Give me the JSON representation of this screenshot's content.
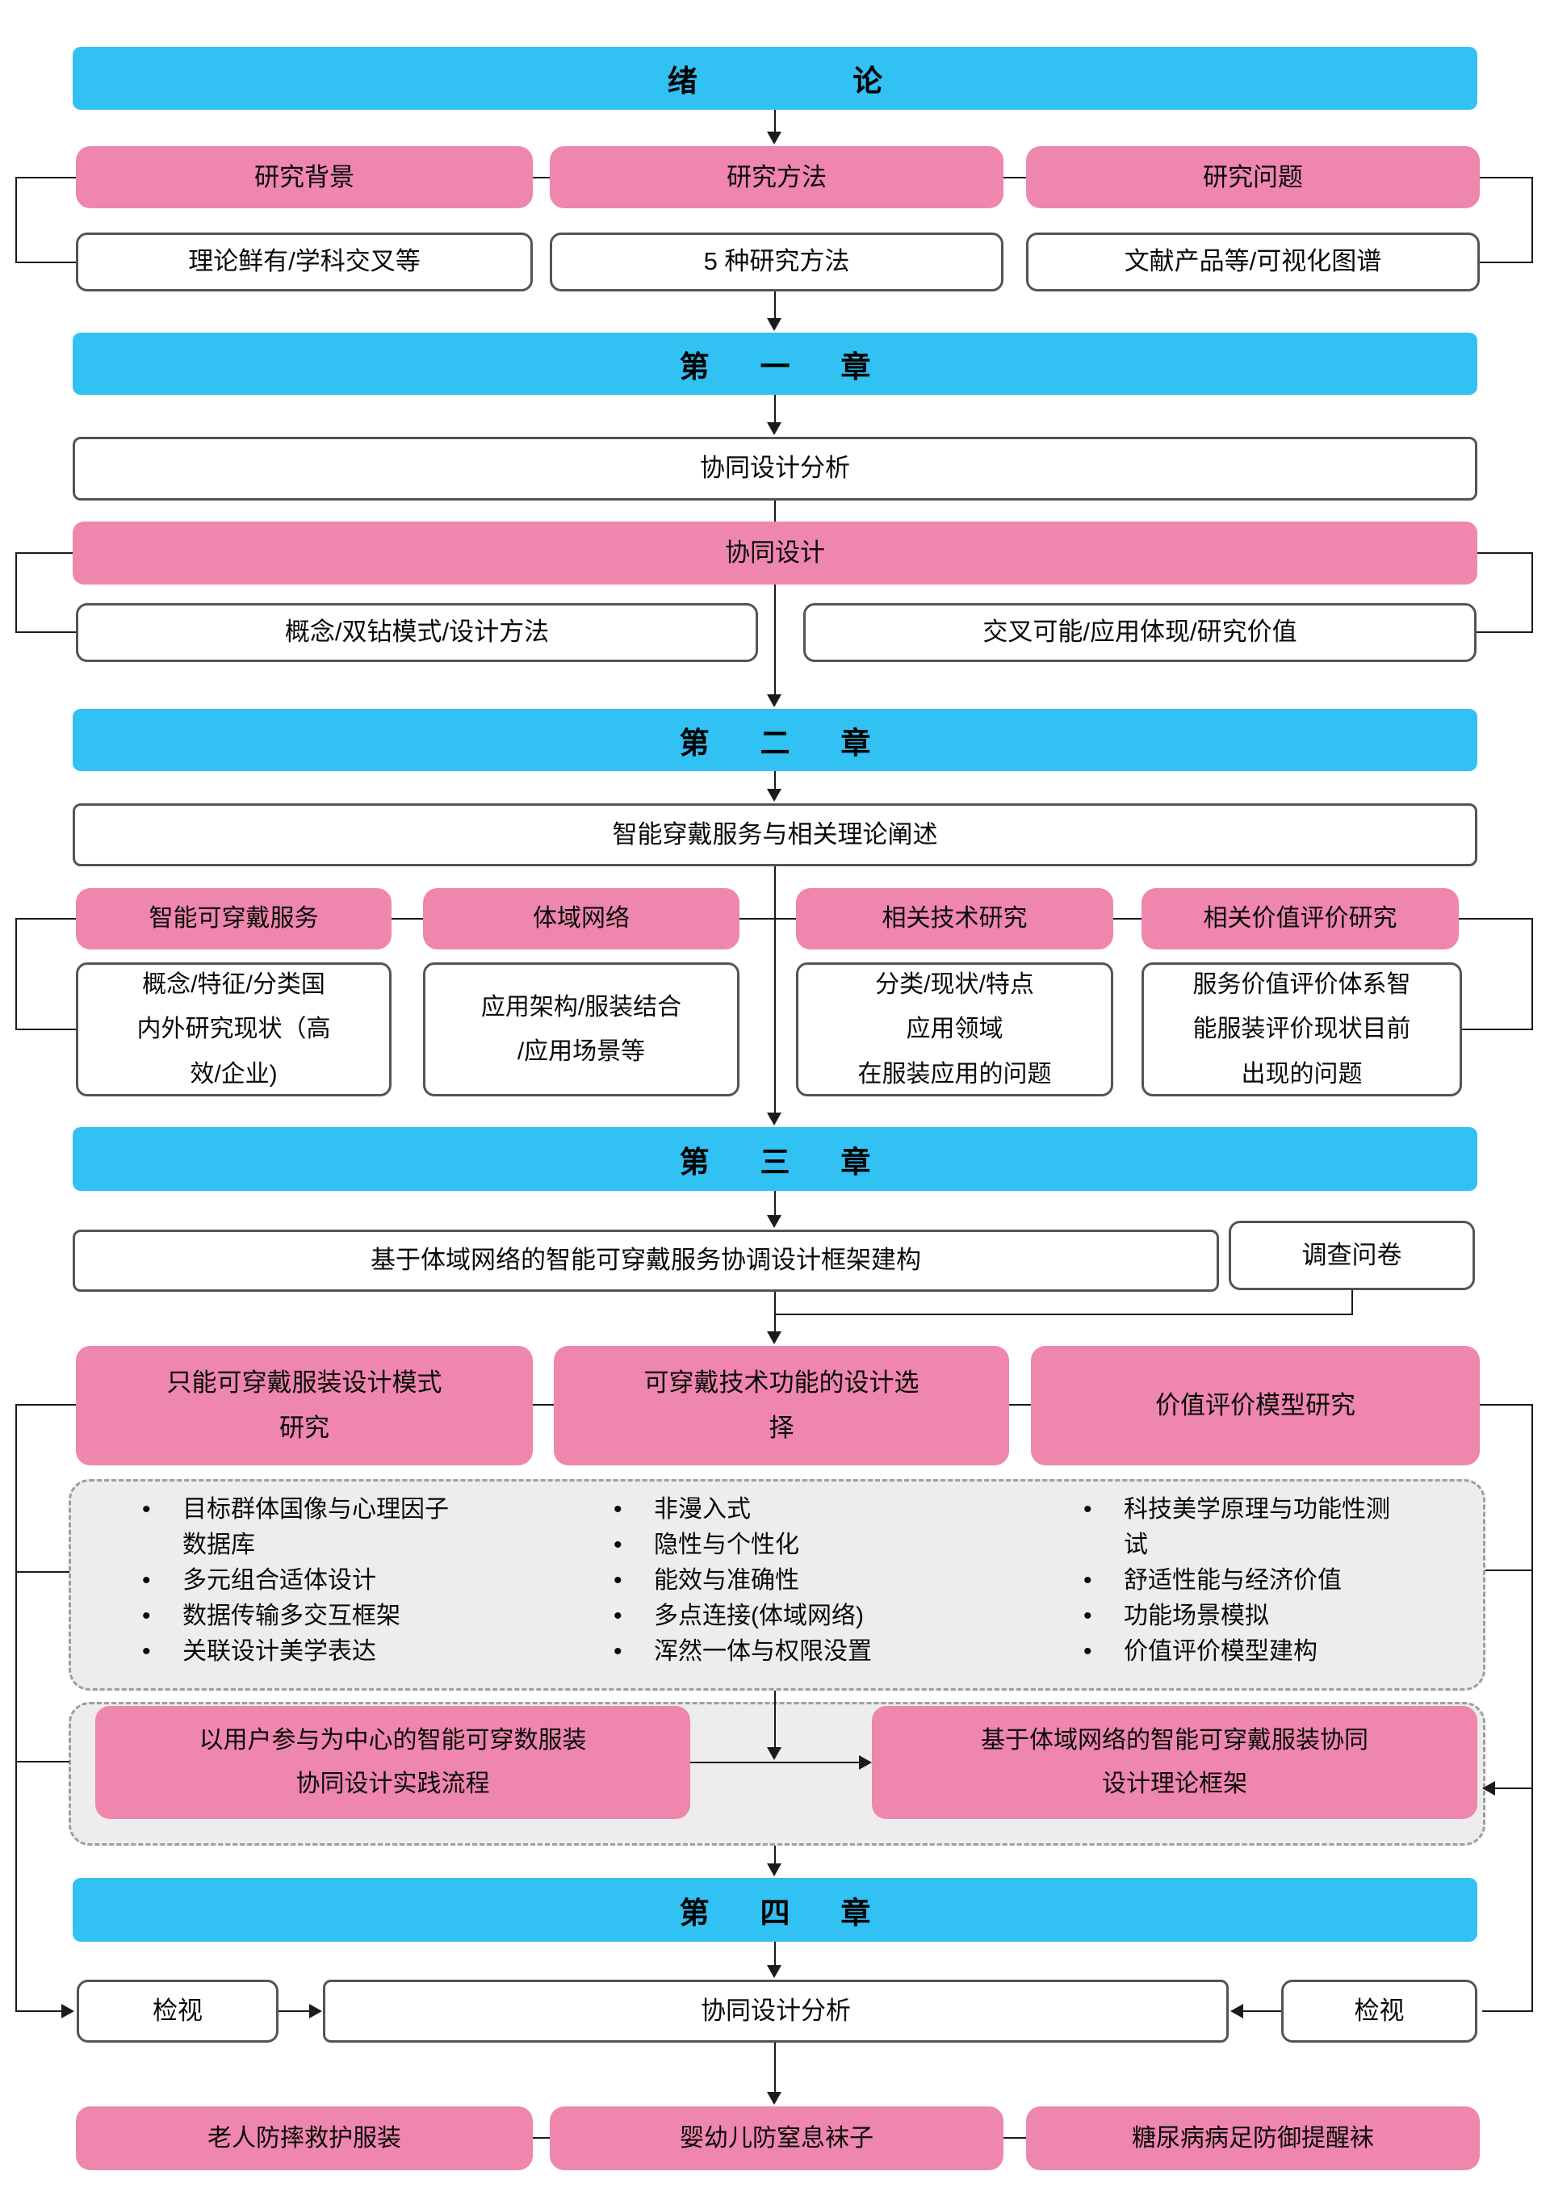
{
  "colors": {
    "chapter_bar_blue": "#31c1f3",
    "topic_pink": "#ee86ad",
    "box_border_gray": "#545454",
    "panel_gray": "#ededed",
    "line_black": "#1b1b1b"
  },
  "intro": {
    "bar": "绪论",
    "cols": [
      {
        "head": "研究背景",
        "detail": "理论鲜有/学科交叉等"
      },
      {
        "head": "研究方法",
        "detail": "5 种研究方法"
      },
      {
        "head": "研究问题",
        "detail": "文献产品等/可视化图谱"
      }
    ]
  },
  "ch1": {
    "bar": "第一章",
    "analysis": "协同设计分析",
    "topic": "协同设计",
    "left_detail": "概念/双钻模式/设计方法",
    "right_detail": "交叉可能/应用体现/研究价值"
  },
  "ch2": {
    "bar": "第二章",
    "overview": "智能穿戴服务与相关理论阐述",
    "cols": [
      {
        "head": "智能可穿戴服务",
        "detail": "概念/特征/分类国\n内外研究现状（高\n效/企业)"
      },
      {
        "head": "体域网络",
        "detail": "应用架构/服装结合\n/应用场景等"
      },
      {
        "head": "相关技术研究",
        "detail": "分类/现状/特点\n应用领域\n在服装应用的问题"
      },
      {
        "head": "相关价值评价研究",
        "detail": "服务价值评价体系智\n能服装评价现状目前\n出现的问题"
      }
    ]
  },
  "ch3": {
    "bar": "第三章",
    "framework": "基于体域网络的智能可穿戴服务协调设计框架建构",
    "survey": "调查问卷",
    "topics": [
      "只能可穿戴服装设计模式\n研究",
      "可穿戴技术功能的设计选\n择",
      "价值评价模型研究"
    ],
    "bullets_left": [
      "目标群体国像与心理因子\n数据库",
      "多元组合适体设计",
      "数据传输多交互框架",
      "关联设计美学表达"
    ],
    "bullets_mid": [
      "非漫入式",
      "隐性与个性化",
      "能效与准确性",
      "多点连接(体域网络)",
      "浑然一体与权限没置"
    ],
    "bullets_right": [
      "科技美学原理与功能性测\n试",
      "舒适性能与经济价值",
      "功能场景模拟",
      "价值评价模型建构"
    ],
    "practice": "以用户参与为中心的智能可穿数服装\n协同设计实践流程",
    "theory": "基于体域网络的智能可穿戴服装协同\n设计理论框架"
  },
  "ch4": {
    "bar": "第四章",
    "review_left": "检视",
    "analysis": "协同设计分析",
    "review_right": "检视",
    "cases": [
      "老人防摔救护服装",
      "婴幼儿防窒息袜子",
      "糖尿病病足防御提醒袜"
    ]
  }
}
